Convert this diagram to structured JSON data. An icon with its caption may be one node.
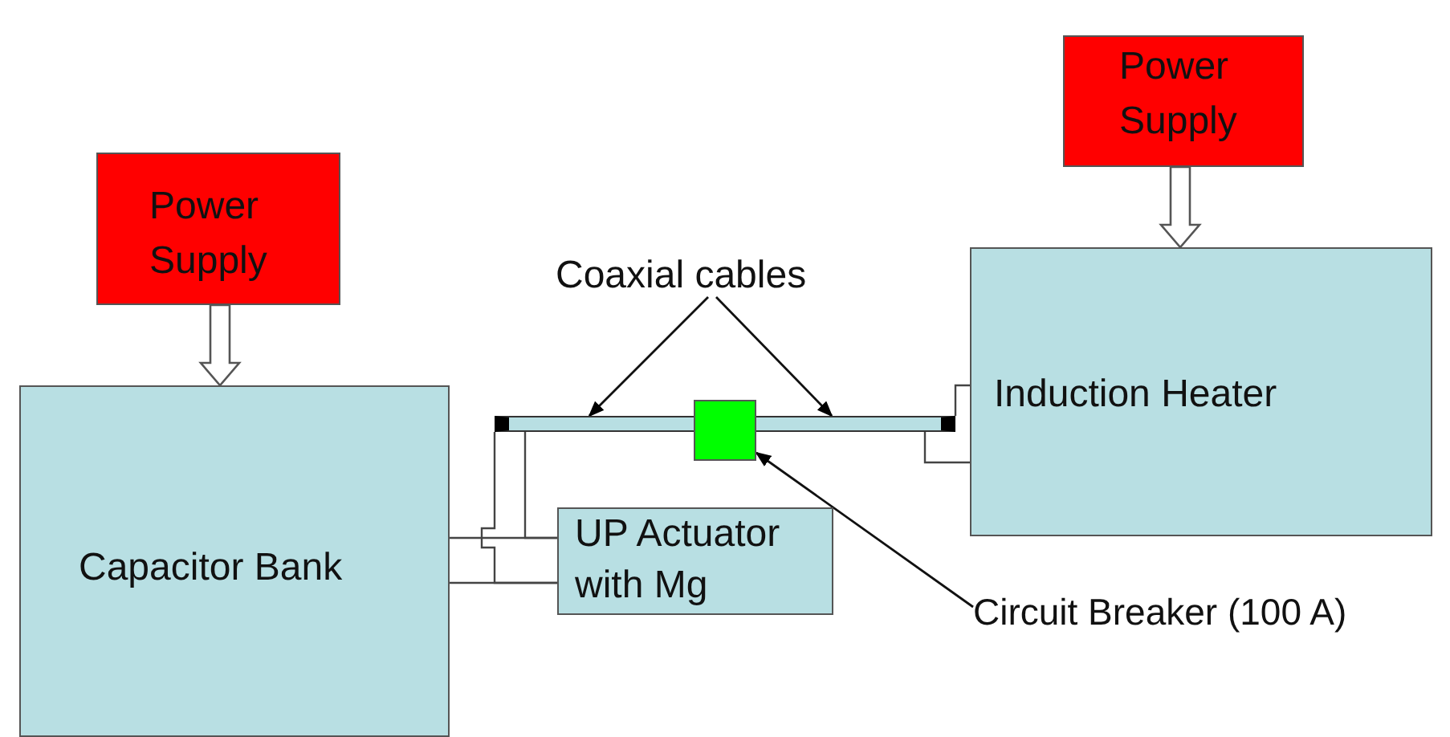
{
  "diagram": {
    "nodes": [
      {
        "text": [
          "Power Supply"
        ]
      },
      {
        "text": [
          "Capacitor Bank"
        ]
      },
      {
        "text": [
          "Power Supply"
        ]
      },
      {
        "text": [
          "Induction Heater"
        ]
      },
      {
        "text": [],
        "shape": "bar"
      },
      {
        "text": [],
        "shape": "box"
      },
      {
        "text": [
          "UP Actuator with Mg"
        ]
      },
      {
        "text": [
          "Coaxial cables"
        ]
      },
      {
        "text": [
          "Circuit Breaker (100 A)"
        ]
      }
    ],
    "edges": [
      {
        "from": 0,
        "to": 1,
        "arrow": "to",
        "style": "thick"
      },
      {
        "from": 2,
        "to": 3,
        "arrow": "to",
        "style": "thick"
      },
      {
        "from": 7,
        "to": 4,
        "arrow": "to"
      },
      {
        "from": 7,
        "to": 4,
        "arrow": "to"
      },
      {
        "from": 8,
        "to": 5,
        "arrow": "to"
      },
      {
        "from": 1,
        "to": 6,
        "arrow": "none"
      },
      {
        "from": 1,
        "to": 6,
        "arrow": "none"
      },
      {
        "from": 4,
        "to": 6,
        "arrow": "none"
      },
      {
        "from": 4,
        "to": 6,
        "arrow": "none"
      },
      {
        "from": 3,
        "to": 4,
        "arrow": "none"
      },
      {
        "from": 3,
        "to": 4,
        "arrow": "none"
      }
    ]
  }
}
